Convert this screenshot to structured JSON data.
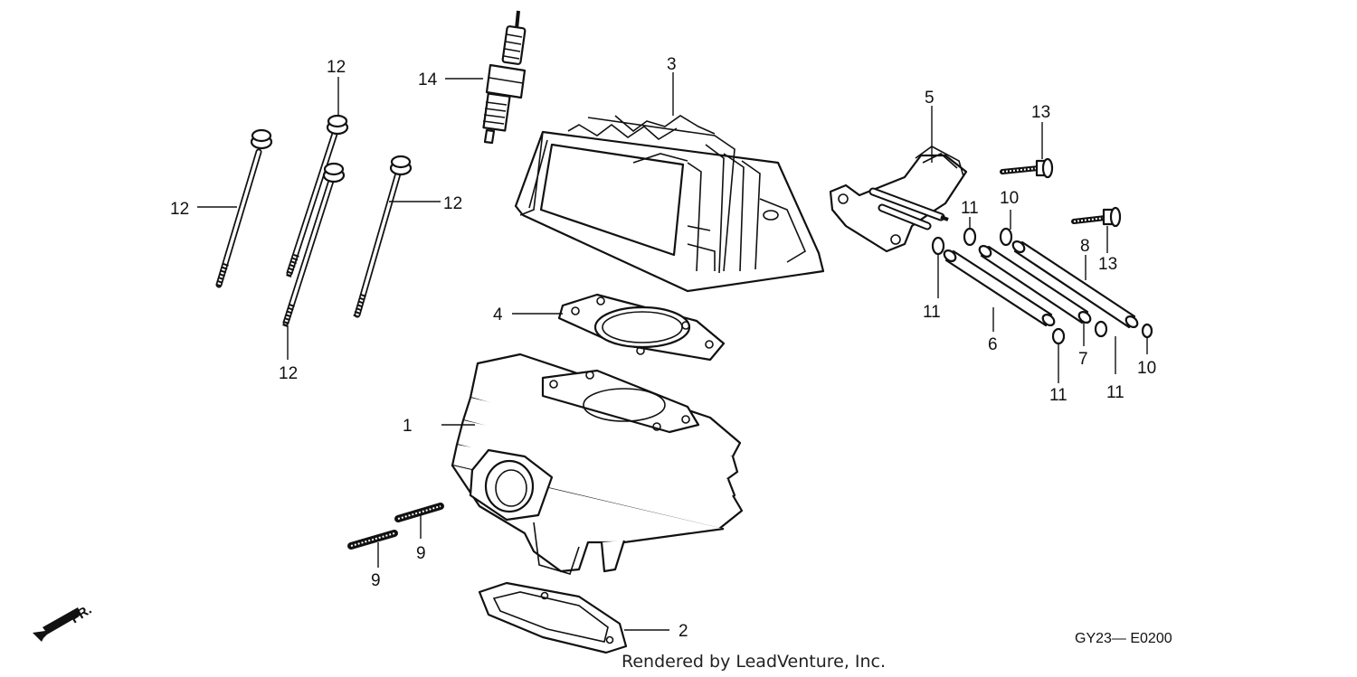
{
  "callouts": {
    "c1": "1",
    "c2": "2",
    "c3": "3",
    "c4": "4",
    "c5": "5",
    "c6": "6",
    "c7": "7",
    "c8": "8",
    "c9a": "9",
    "c9b": "9",
    "c10a": "10",
    "c10b": "10",
    "c11a": "11",
    "c11b": "11",
    "c11c": "11",
    "c11d": "11",
    "c12a": "12",
    "c12b": "12",
    "c12c": "12",
    "c12d": "12",
    "c13a": "13",
    "c13b": "13",
    "c14": "14"
  },
  "diagram_code": "GY23— E0200",
  "direction_label": "FR.",
  "footer_credit": "Rendered by LeadVenture, Inc."
}
